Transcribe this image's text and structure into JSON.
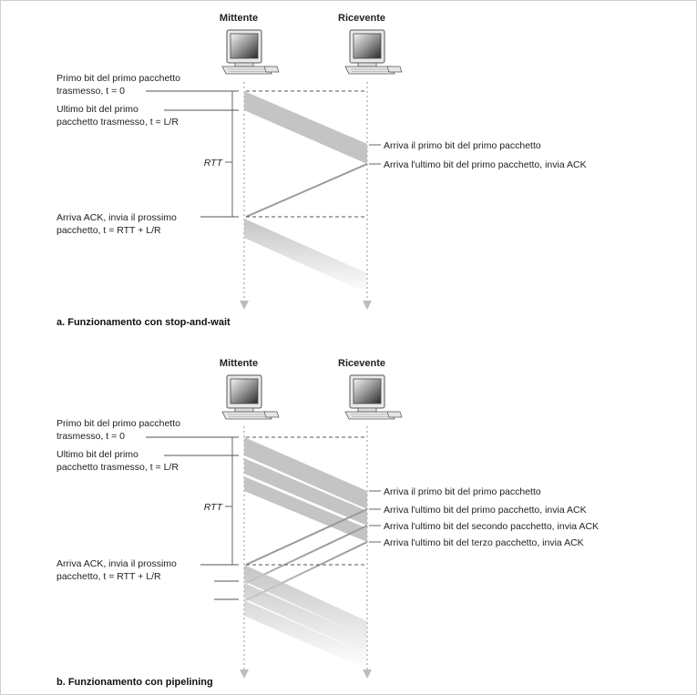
{
  "figures": [
    {
      "id": "a",
      "sender_label": "Mittente",
      "receiver_label": "Ricevente",
      "caption": "a. Funzionamento con stop-and-wait",
      "left_labels": [
        {
          "lines": [
            "Primo bit del primo pacchetto",
            "trasmesso, t = 0"
          ]
        },
        {
          "lines": [
            "Ultimo bit del primo",
            "pacchetto trasmesso, t = L/R"
          ]
        },
        {
          "lines": [
            "Arriva ACK, invia il prossimo",
            "pacchetto, t = RTT + L/R"
          ]
        }
      ],
      "rtt_label": "RTT",
      "right_labels": [
        "Arriva il primo bit del primo pacchetto",
        "Arriva l'ultimo bit del primo pacchetto, invia ACK"
      ]
    },
    {
      "id": "b",
      "sender_label": "Mittente",
      "receiver_label": "Ricevente",
      "caption": "b. Funzionamento con pipelining",
      "left_labels": [
        {
          "lines": [
            "Primo bit del primo pacchetto",
            "trasmesso, t = 0"
          ]
        },
        {
          "lines": [
            "Ultimo bit del primo",
            "pacchetto trasmesso, t = L/R"
          ]
        },
        {
          "lines": [
            "Arriva ACK, invia il prossimo",
            "pacchetto, t = RTT + L/R"
          ]
        }
      ],
      "rtt_label": "RTT",
      "right_labels": [
        "Arriva il primo bit del primo pacchetto",
        "Arriva l'ultimo bit del primo pacchetto, invia ACK",
        "Arriva l'ultimo bit del secondo pacchetto, invia ACK",
        "Arriva l'ultimo bit del terzo pacchetto, invia ACK"
      ]
    }
  ],
  "colors": {
    "band": "#c4c4c4",
    "ack_line": "#9a9a9a",
    "timeline": "#bdbdbd",
    "leader": "#555555",
    "text": "#222222"
  }
}
